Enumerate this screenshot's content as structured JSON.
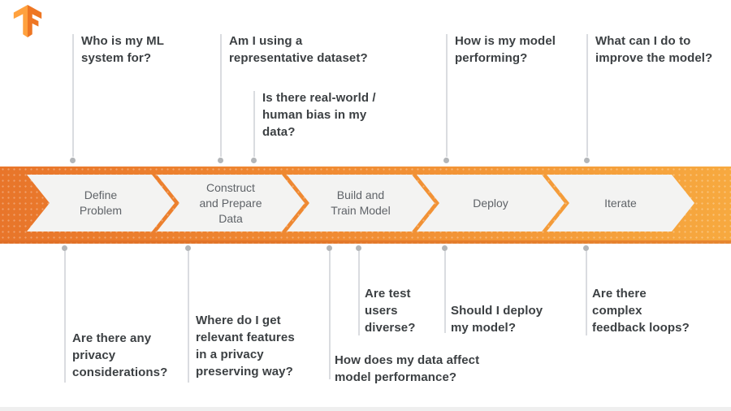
{
  "icons": {
    "logo": "tensorflow-logo"
  },
  "colors": {
    "banner_gradient_left": "#E8752A",
    "banner_gradient_right": "#F7A93F",
    "banner_bottom_stripe": "#D96A25",
    "arrow_fill": "#F3F3F2",
    "stage_text": "#5F6368",
    "question_text": "#3C4043",
    "connector_line": "#DADCE0",
    "connector_dot": "#B3B6B9",
    "logo_light_orange": "#FFA13E",
    "logo_dark_orange": "#EE7623"
  },
  "stages": [
    {
      "label": "Define\nProblem"
    },
    {
      "label": "Construct\nand Prepare\nData"
    },
    {
      "label": "Build and\nTrain Model"
    },
    {
      "label": "Deploy"
    },
    {
      "label": "Iterate"
    }
  ],
  "top_questions": [
    {
      "text": "Who is my ML\nsystem for?"
    },
    {
      "text": "Am I using a\nrepresentative dataset?"
    },
    {
      "text": "Is there real-world /\nhuman bias in my\ndata?"
    },
    {
      "text": "How is my model\nperforming?"
    },
    {
      "text": "What can I do to\nimprove the model?"
    }
  ],
  "bottom_questions": [
    {
      "text": "Are there any\nprivacy\nconsiderations?"
    },
    {
      "text": "Where do I get\nrelevant features\nin a privacy\npreserving way?"
    },
    {
      "text": "How does my data affect\nmodel performance?"
    },
    {
      "text": "Are test\nusers\ndiverse?"
    },
    {
      "text": "Should I deploy\nmy model?"
    },
    {
      "text": "Are there\ncomplex\nfeedback loops?"
    }
  ]
}
